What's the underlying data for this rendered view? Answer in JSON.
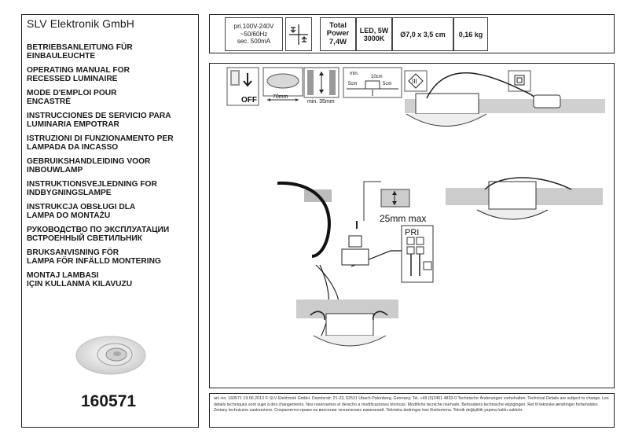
{
  "company": "SLV Elektronik GmbH",
  "titles": [
    "BETRIEBSANLEITUNG FÜR\nEINBAULEUCHTE",
    "OPERATING MANUAL FOR\nRECESSED LUMINAIRE",
    "MODE D'EMPLOI POUR\nENCASTRÉ",
    "INSTRUCCIONES DE SERVICIO PARA\nLUMINARIA EMPOTRAR",
    "ISTRUZIONI DI FUNZIONAMENTO PER\nLAMPADA DA INCASSO",
    "GEBRUIKSHANDLEIDING VOOR\nINBOUWLAMP",
    "INSTRUKTIONSVEJLEDNING FOR\nINDBYGNINGSLAMPE",
    "INSTRUKCJA OBSŁUGI DLA\nLAMPA DO MONTAŻU",
    "РУКОВОДСТВО ПО ЭКСПЛУАТАЦИИ\nВСТРОЕННЫЙ СВЕТИЛЬНИК",
    "BRUKSANVISNING FÖR\nLAMPA FÖR INFÄLLD MONTERING",
    "MONTAJ LAMBASI\nIÇIN KULLANMA KILAVUZU"
  ],
  "article_no": "160571",
  "specs": {
    "voltage": [
      "pri.100V-240V",
      "~50/60Hz",
      "sec. 500mA"
    ],
    "power": [
      "Total",
      "Power",
      "7,4W"
    ],
    "led": [
      "LED, 5W",
      "3000K"
    ],
    "dimensions": "Ø7,0 x 3,5 cm",
    "weight": "0,16 kg"
  },
  "diagram": {
    "off_label": "OFF",
    "cutout_label": "70mm",
    "depth_label": "min. 35mm",
    "min_label": "min.",
    "dist_a": "5cm",
    "dist_b": "10cm",
    "dist_c": "5cm",
    "class_label": "III",
    "clearance_label": "25mm max",
    "pri_label": "PRI"
  },
  "footer": "art.-no. 160571    19.06.2013 © SLV Elektronik GmbH, Daimlerstr. 21-23, 52531 Übach-Palenberg, Germany, Tel. +49 (0)2451 4833-0    Technische Änderungen vorbehalten. Technical Details are subject to change. Les détails techniques sont sujet à des changements. Nos reservamos el derecho a modificaciones técnicas. Modifiche tecniche riservate. Behoudens technische wijzigingen. Ret til tekniske ændringer forbeholdes. Zmiany techniczne zastrzeżone. Сохраняется право на внесение технических изменений. Tekniska ändringar kan förekomma. Teknik değişiklik yapma hakkı saklıdır."
}
